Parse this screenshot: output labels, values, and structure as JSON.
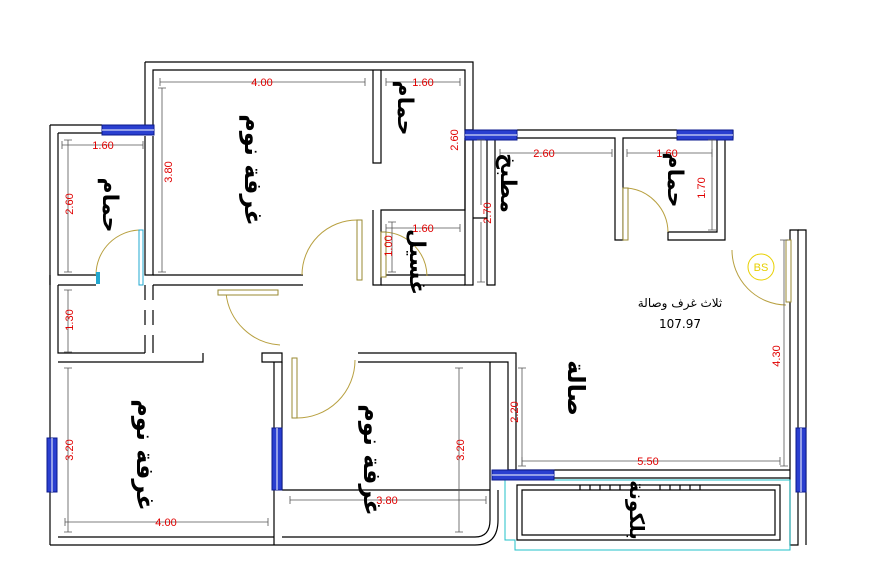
{
  "rooms": {
    "bedroom_top": "غرفة نوم",
    "bath_top": "حمام",
    "bath_left": "حمام",
    "kitchen": "مطبخ",
    "bath_right": "حمام",
    "laundry": "غسيل",
    "bedroom_bottom_left": "غرفة نوم",
    "bedroom_bottom_mid": "غرفة نوم",
    "hall": "صالة",
    "balcony": "بلكونة"
  },
  "info": {
    "title": "ثلاث غرف وصالة",
    "area": "107.97",
    "marker": "BS"
  },
  "dimensions": {
    "bedroom_top_width": "4.00",
    "bath_top_width": "1.60",
    "bath_left_width": "1.60",
    "kitchen_width": "2.60",
    "bath_right_width": "1.60",
    "laundry_width": "1.60",
    "bedroom_top_height": "3.80",
    "bath_left_height": "2.60",
    "kitchen_height_a": "2.60",
    "kitchen_height_b": "2.70",
    "laundry_height": "1.00",
    "bath_right_height": "1.70",
    "corridor_height": "1.30",
    "bedroom_left_height": "3.20",
    "bedroom_mid_height": "3.20",
    "hall_height_a": "2.20",
    "hall_height_b": "4.30",
    "hall_width": "5.50",
    "bedroom_left_width": "4.00",
    "bedroom_mid_width": "3.80"
  }
}
